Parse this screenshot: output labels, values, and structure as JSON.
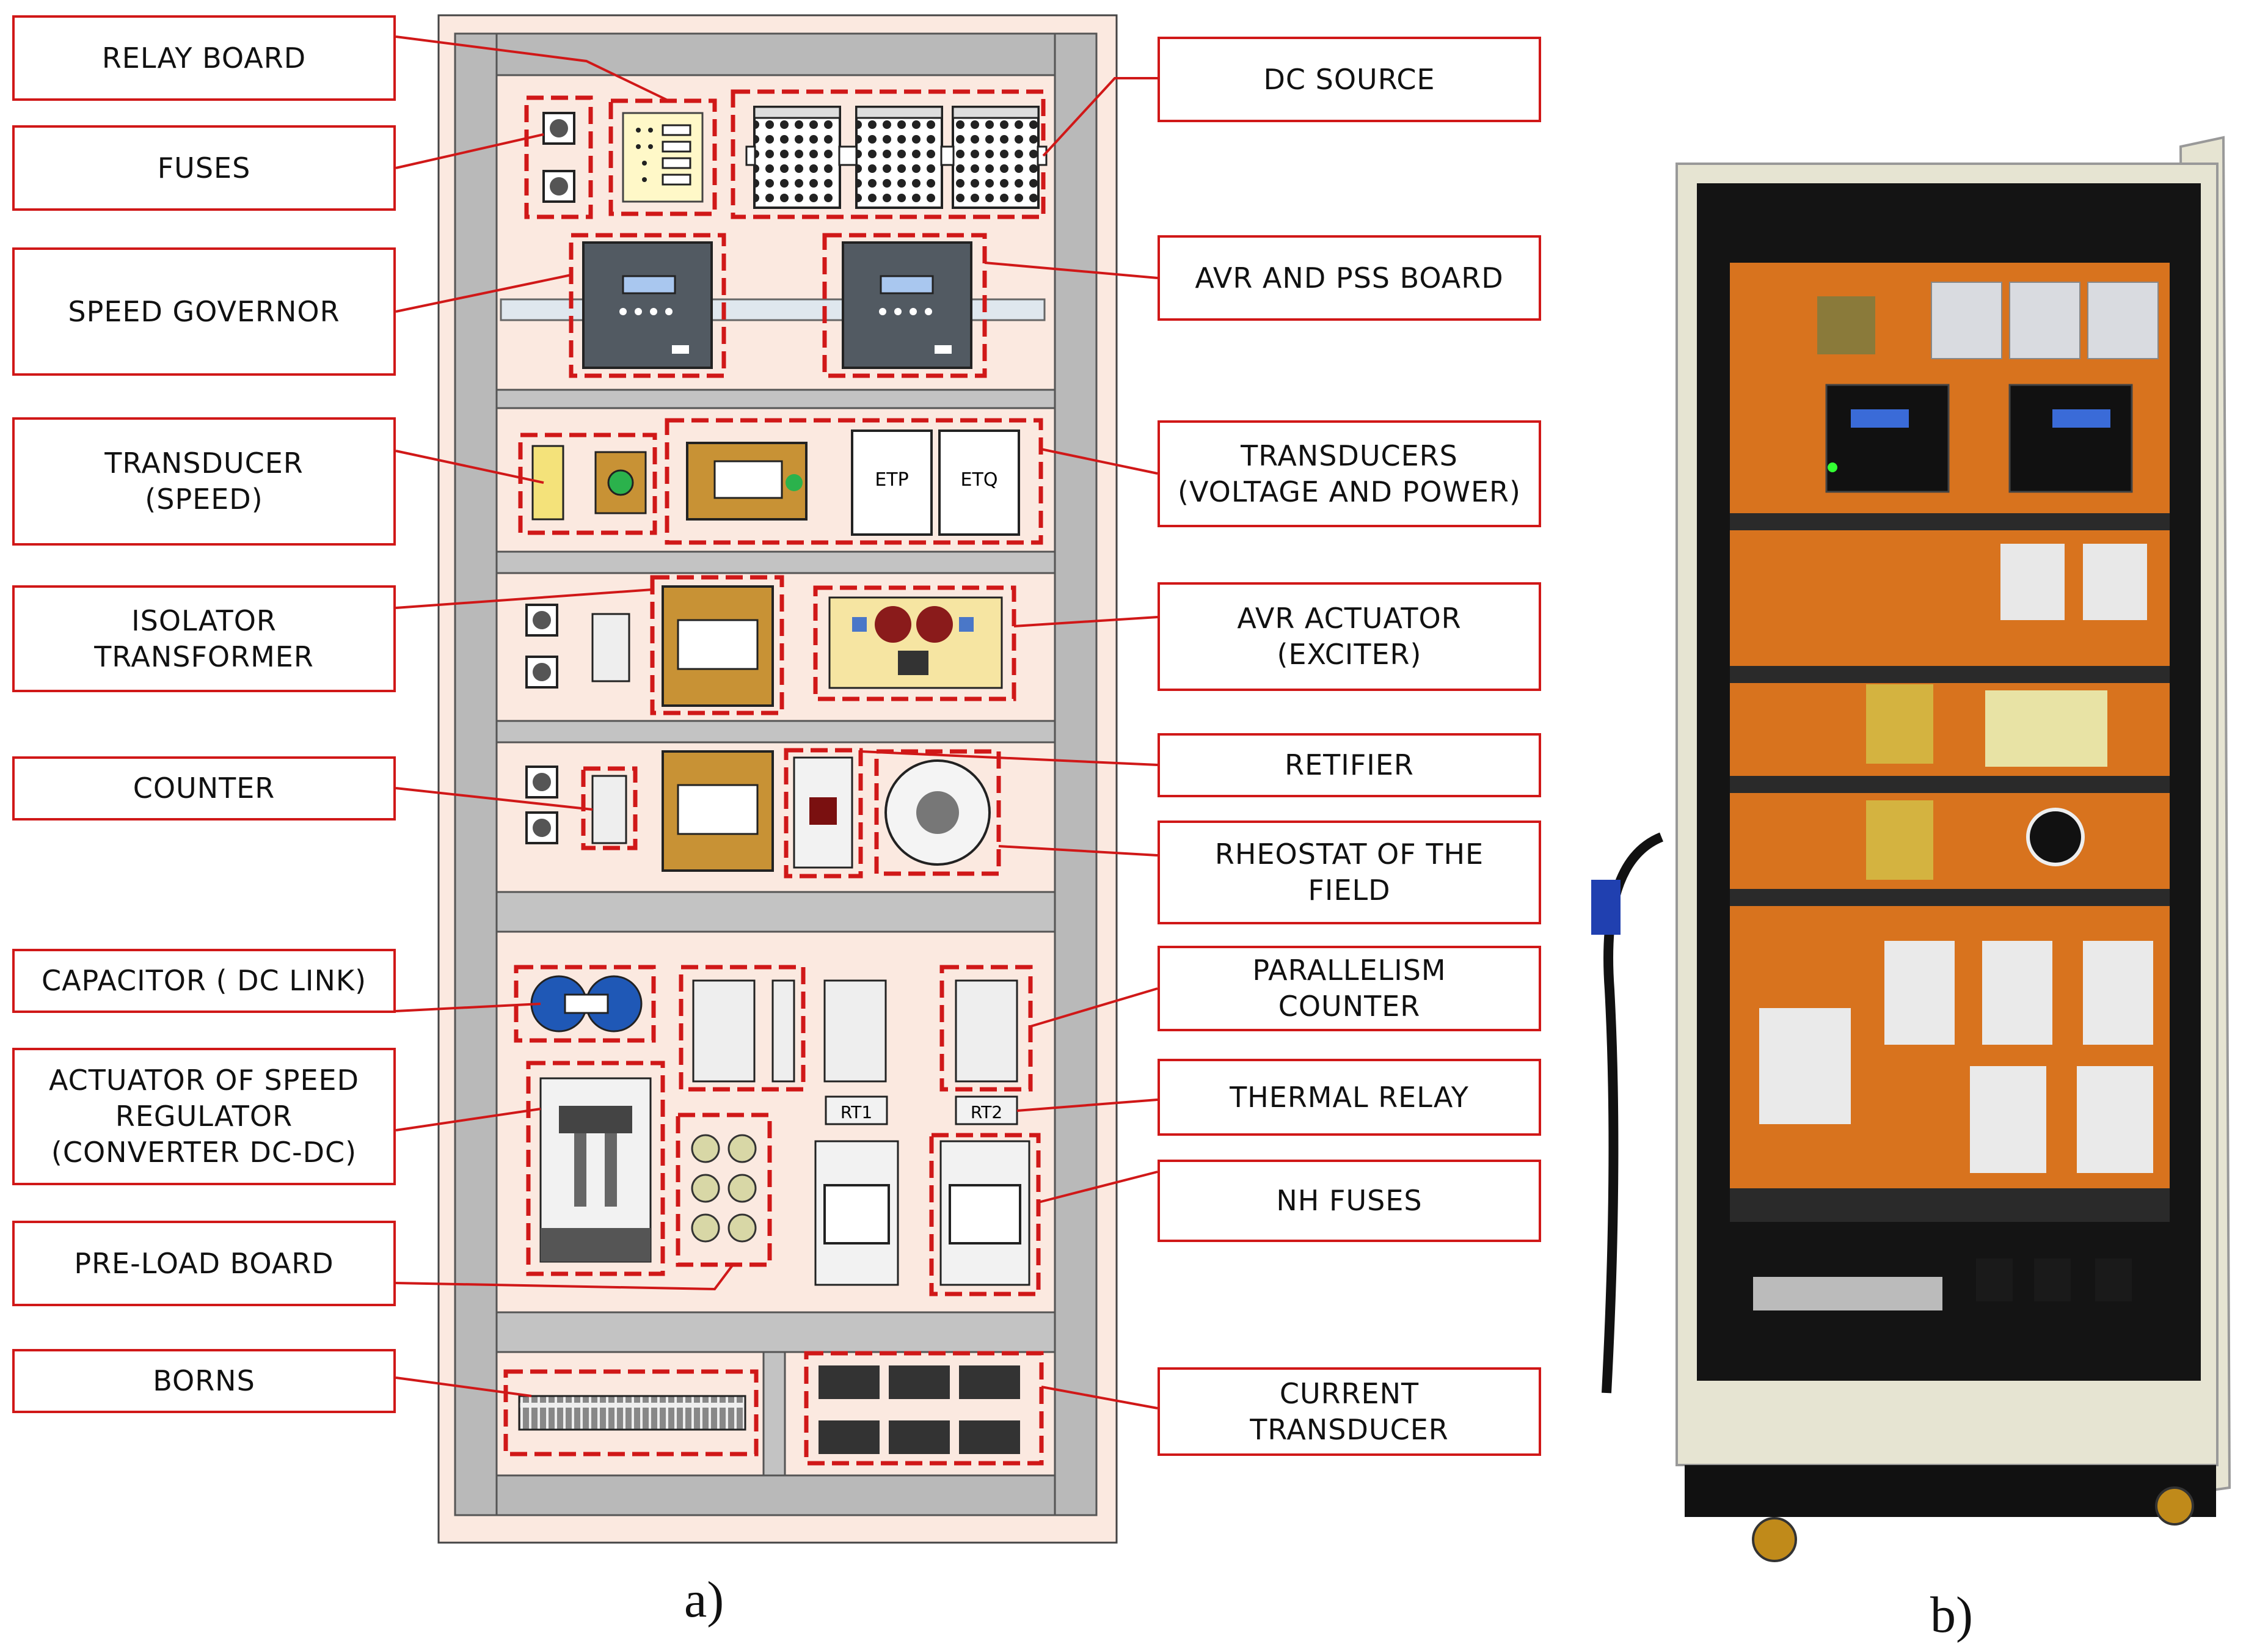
{
  "labels_left": {
    "relay_board": "RELAY BOARD",
    "fuses": "FUSES",
    "speed_governor": "SPEED GOVERNOR",
    "transducer_speed": "TRANSDUCER\n(SPEED)",
    "isolator_transformer": "ISOLATOR\nTRANSFORMER",
    "counter": "COUNTER",
    "capacitor": "CAPACITOR ( DC LINK)",
    "actuator_speed": "ACTUATOR OF SPEED\nREGULATOR\n(CONVERTER DC-DC)",
    "preload_board": "PRE-LOAD BOARD",
    "borns": "BORNS"
  },
  "labels_right": {
    "dc_source": "DC SOURCE",
    "avr_pss": "AVR AND PSS BOARD",
    "transducers_vp": "TRANSDUCERS\n(VOLTAGE AND POWER)",
    "avr_actuator": "AVR ACTUATOR\n(EXCITER)",
    "retifier": "RETIFIER",
    "rheostat": "RHEOSTAT OF THE\nFIELD",
    "parallelism_counter": "PARALLELISM\nCOUNTER",
    "thermal_relay": "THERMAL RELAY",
    "nh_fuses": "NH FUSES",
    "current_transducer": "CURRENT\nTRANSDUCER"
  },
  "component_marks": {
    "etp": "ETP",
    "etq": "ETQ",
    "rt1": "RT1",
    "rt2": "RT2"
  },
  "captions": {
    "a": "a)",
    "b": "b)"
  },
  "colors": {
    "callout_red": "#d01818",
    "panel_bg": "#fbe9e0",
    "frame_gray": "#b9b9b9",
    "cabinet_orange": "#d8731e",
    "cabinet_beige": "#e6e4d2"
  }
}
